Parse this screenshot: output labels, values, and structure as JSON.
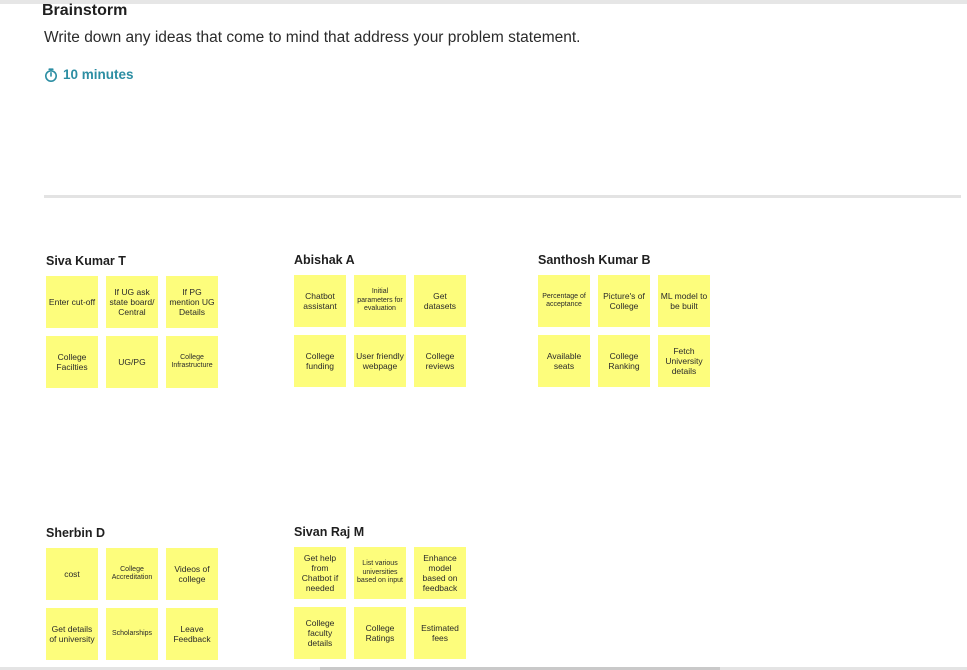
{
  "header": {
    "title": "Brainstorm",
    "subtitle": "Write down any ideas that come to mind that address your problem statement.",
    "timer": "10 minutes"
  },
  "colors": {
    "sticky_note": "#fdfd7c",
    "timer_accent": "#2c8ea3"
  },
  "groups": [
    {
      "name": "Siva Kumar T",
      "notes": [
        "Enter cut-off",
        "If UG ask state board/ Central",
        "If PG mention UG Details",
        "College Facilties",
        "UG/PG",
        "College Infrastructure"
      ]
    },
    {
      "name": "Abishak A",
      "notes": [
        "Chatbot assistant",
        "Initial parameters for evaluation",
        "Get datasets",
        "College funding",
        "User friendly webpage",
        "College reviews"
      ]
    },
    {
      "name": "Santhosh Kumar B",
      "notes": [
        "Percentage of acceptance",
        "Picture's of College",
        "ML model to be built",
        "Available seats",
        "College Ranking",
        "Fetch University details"
      ]
    },
    {
      "name": "Sherbin D",
      "notes": [
        "cost",
        "College Accreditation",
        "Videos of college",
        "Get details of university",
        "Scholarships",
        "Leave Feedback"
      ]
    },
    {
      "name": "Sivan Raj M",
      "notes": [
        "Get help from Chatbot if needed",
        "List various universities based on input",
        "Enhance model based on feedback",
        "College faculty details",
        "College Ratings",
        "Estimated fees"
      ]
    }
  ]
}
